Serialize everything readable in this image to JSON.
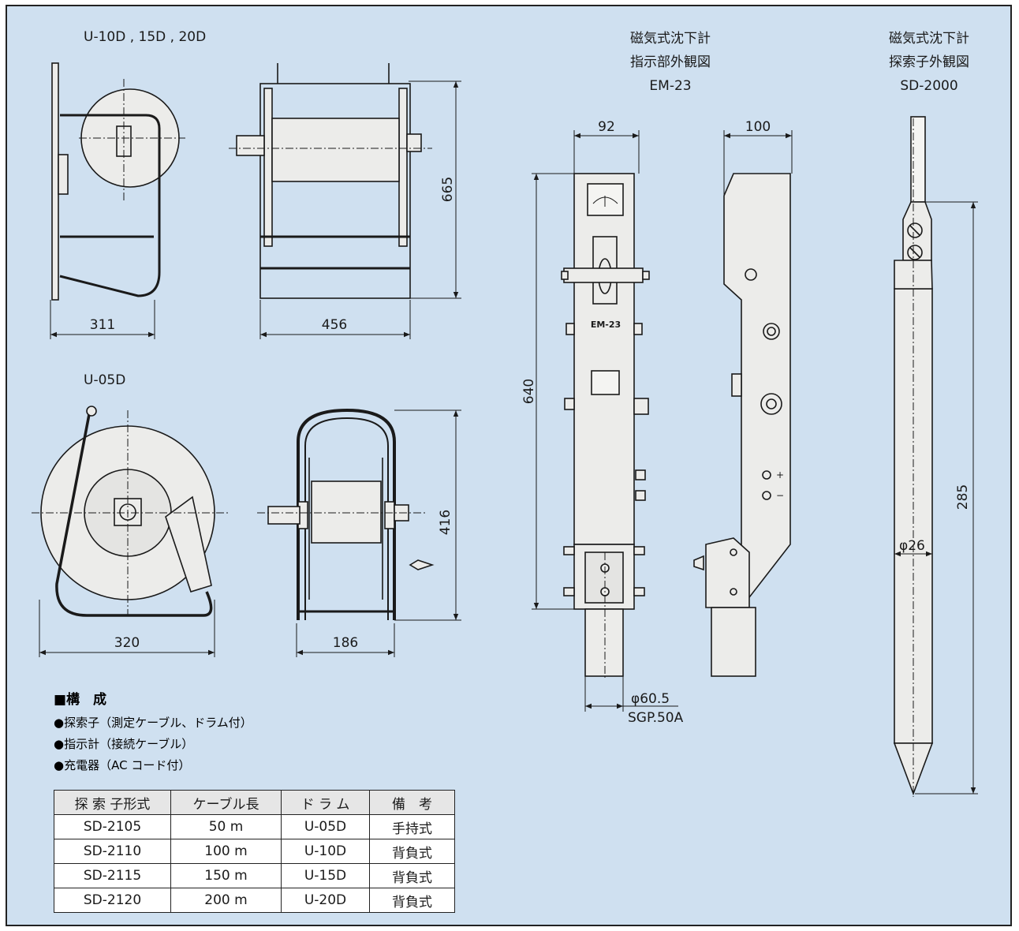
{
  "titles": {
    "drum_large": "U-10D , 15D , 20D",
    "drum_small": "U-05D",
    "indicator": [
      "磁気式沈下計",
      "指示部外観図",
      "EM-23"
    ],
    "probe": [
      "磁気式沈下計",
      "探索子外観図",
      "SD-2000"
    ]
  },
  "dimensions": {
    "drum_large_front_width": "311",
    "drum_large_side_width": "456",
    "drum_large_height": "665",
    "drum_small_front_width": "320",
    "drum_small_side_width": "186",
    "drum_small_height": "416",
    "indicator_front_width": "92",
    "indicator_side_width": "100",
    "indicator_height": "640",
    "pipe_diameter": "φ60.5",
    "pipe_spec": "SGP.50A",
    "probe_length": "285",
    "probe_diameter": "φ26"
  },
  "device_labels": {
    "indicator_model": "EM-23",
    "plus": "+",
    "minus": "−"
  },
  "parts": {
    "heading": "■構　成",
    "items": [
      "●探索子（測定ケーブル、ドラム付）",
      "●指示計（接続ケーブル）",
      "●充電器（AC コード付）"
    ]
  },
  "table": {
    "headers": [
      "探 索 子形式",
      "ケーブル長",
      "ド ラ ム",
      "備　考"
    ],
    "rows": [
      [
        "SD-2105",
        "50 m",
        "U-05D",
        "手持式"
      ],
      [
        "SD-2110",
        "100 m",
        "U-10D",
        "背負式"
      ],
      [
        "SD-2115",
        "150 m",
        "U-15D",
        "背負式"
      ],
      [
        "SD-2120",
        "200 m",
        "U-20D",
        "背負式"
      ]
    ]
  },
  "colors": {
    "background": "#cfe0f0",
    "line": "#1a1a1a",
    "body": "#ececea"
  }
}
